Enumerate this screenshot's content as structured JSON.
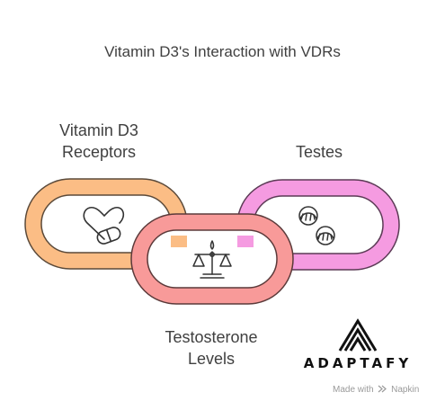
{
  "title": "Vitamin D3's Interaction with VDRs",
  "nodes": [
    {
      "label_line1": "Vitamin D3",
      "label_line2": "Receptors",
      "icon": "heart-pill-icon",
      "color": "#fbbd85"
    },
    {
      "label_line1": "Testosterone",
      "label_line2": "Levels",
      "icon": "balance-scale-icon",
      "color": "#f89a99"
    },
    {
      "label": "Testes",
      "icon": "cells-icon",
      "color": "#f59be1"
    }
  ],
  "logo": {
    "text": "ADAPTAFY",
    "icon": "chevron-stack-icon"
  },
  "footer": {
    "prefix": "Made with",
    "brand": "Napkin",
    "icon": "napkin-icon"
  }
}
